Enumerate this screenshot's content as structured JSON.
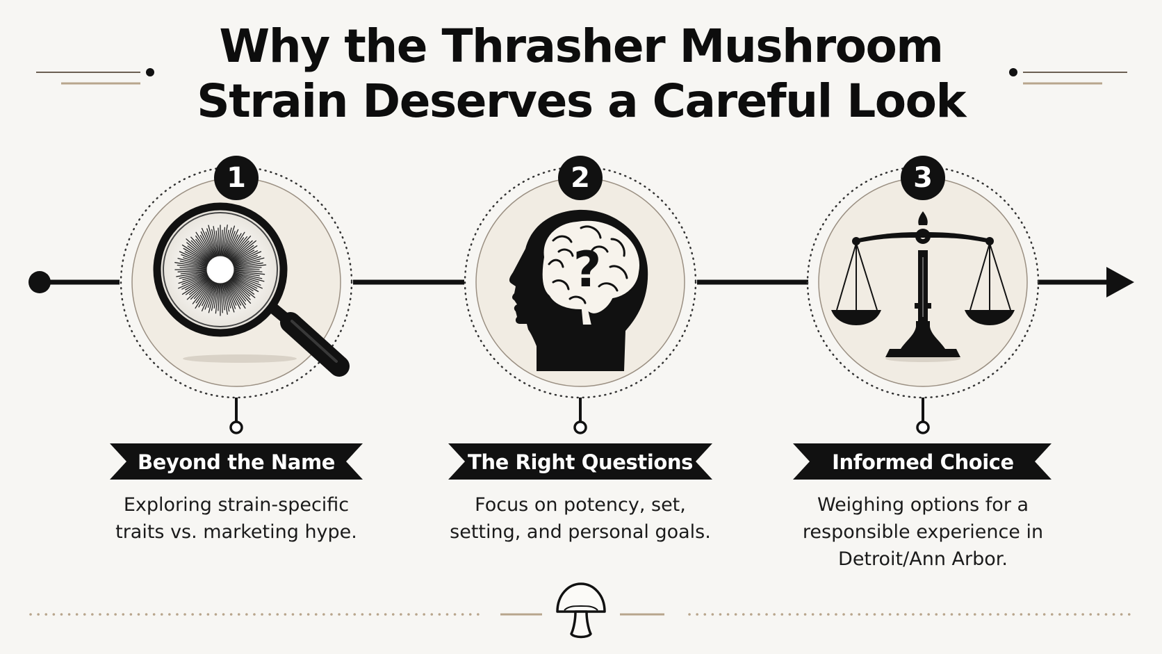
{
  "title": {
    "line1": "Why the Thrasher Mushroom",
    "line2": "Strain Deserves a Careful Look"
  },
  "steps": [
    {
      "number": "1",
      "heading": "Beyond the Name",
      "description": [
        "Exploring strain-specific",
        "traits vs. marketing hype."
      ],
      "icon": "magnifying-glass-icon"
    },
    {
      "number": "2",
      "heading": "The Right Questions",
      "description": [
        "Focus on potency, set,",
        "setting, and personal goals."
      ],
      "icon": "head-brain-question-icon"
    },
    {
      "number": "3",
      "heading": "Informed Choice",
      "description": [
        "Weighing options for a",
        "responsible experience in",
        "Detroit/Ann Arbor."
      ],
      "icon": "balance-scale-icon"
    }
  ],
  "footer": {
    "icon": "mushroom-icon"
  },
  "colors": {
    "background": "#f7f6f3",
    "ink": "#111111",
    "circle_fill": "#f1ece3",
    "accent_tan": "#b8a58c"
  }
}
